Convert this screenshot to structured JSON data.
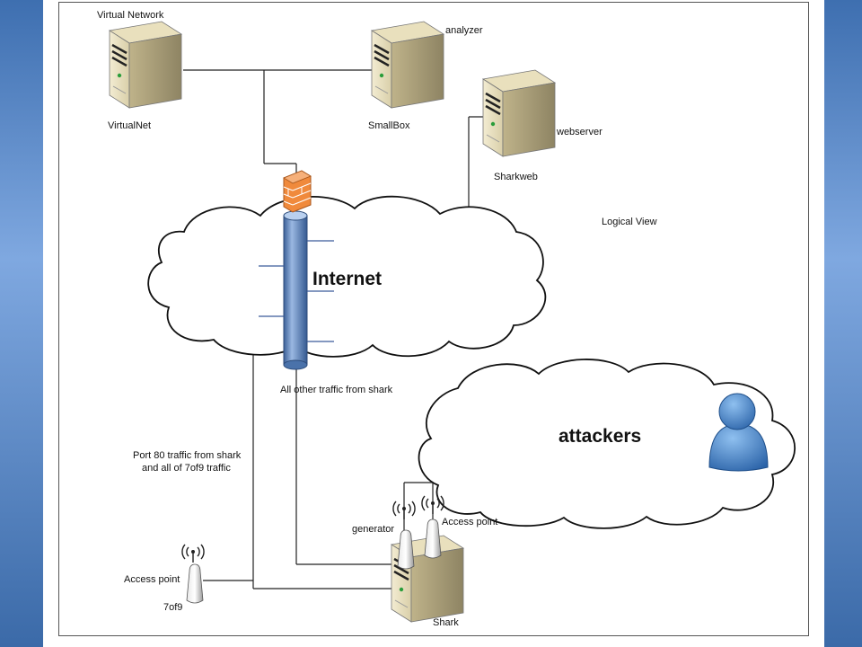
{
  "nodes": {
    "virtualnet": {
      "top_label": "Virtual Network",
      "bottom_label": "VirtualNet"
    },
    "smallbox": {
      "side_label": "analyzer",
      "bottom_label": "SmallBox"
    },
    "sharkweb": {
      "side_label": "webserver",
      "bottom_label": "Sharkweb"
    },
    "shark": {
      "bottom_label": "Shark"
    },
    "ap_7of9": {
      "top_label": "Access point",
      "bottom_label": "7of9"
    },
    "ap_shark": {
      "label": "Access point"
    },
    "generator": {
      "label": "generator"
    }
  },
  "clouds": {
    "internet": "Internet",
    "attackers": "attackers"
  },
  "annotations": {
    "view": "Logical View",
    "other_traffic": "All other traffic from shark",
    "port80_line1": "Port 80 traffic from shark",
    "port80_line2": "and all of 7of9 traffic"
  },
  "colors": {
    "background_blue": "#2f5f9c",
    "pipe_blue": "#5c86bf",
    "firewall_orange": "#f08a3c",
    "person_blue": "#3f7ec8"
  }
}
